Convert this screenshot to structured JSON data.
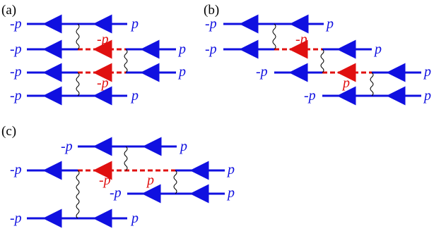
{
  "colors": {
    "fermion": "#1010e0",
    "intermediate": "#e01010",
    "photon": "#000000",
    "label": "#000000"
  },
  "panels": [
    {
      "label": "(a)",
      "left_labels": [
        "-p",
        "-p",
        "-p",
        "-p"
      ],
      "right_labels": [
        "p",
        "p",
        "p",
        "p"
      ],
      "mid_labels": [
        "-p",
        "-p"
      ]
    },
    {
      "label": "(b)",
      "left_labels": [
        "-p",
        "-p",
        "-p",
        "-p"
      ],
      "right_labels": [
        "p",
        "p",
        "p",
        "p"
      ],
      "mid_labels": [
        "-p",
        "p"
      ]
    },
    {
      "label": "(c)",
      "left_labels": [
        "-p",
        "-p",
        "-p",
        "-p"
      ],
      "right_labels": [
        "p",
        "p",
        "p",
        "p"
      ],
      "mid_labels": [
        "-p",
        "p"
      ]
    }
  ]
}
